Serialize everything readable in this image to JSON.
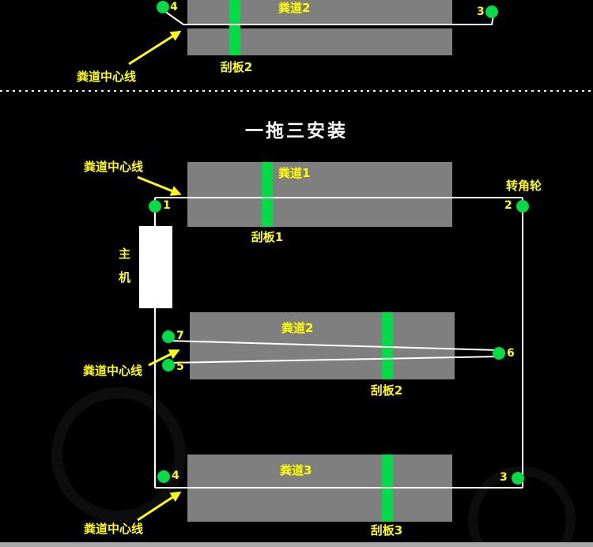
{
  "colors": {
    "background": "#000000",
    "channel_gray": "#7f7f7f",
    "green": "#00dd44",
    "yellow": "#ffff00",
    "white": "#ffffff",
    "bottom_strip": "#a9a9a9"
  },
  "top_section": {
    "channel_label": "粪道2",
    "scraper_label": "刮板2",
    "centerline_label": "粪道中心线",
    "wheel_left": "4",
    "wheel_right": "3"
  },
  "main_section": {
    "title": "一拖三安装",
    "corner_wheel_label": "转角轮",
    "host_label_top": "主",
    "host_label_bottom": "机",
    "channel1": {
      "name": "粪道1",
      "scraper": "刮板1",
      "centerline_label": "粪道中心线",
      "wheel_left": "1",
      "wheel_right": "2"
    },
    "channel2": {
      "name": "粪道2",
      "scraper": "刮板2",
      "centerline_label": "粪道中心线",
      "wheel_left_top": "7",
      "wheel_left_bottom": "5",
      "wheel_right": "6"
    },
    "channel3": {
      "name": "粪道3",
      "scraper": "刮板3",
      "centerline_label": "粪道中心线",
      "wheel_left": "4",
      "wheel_right": "3"
    }
  }
}
